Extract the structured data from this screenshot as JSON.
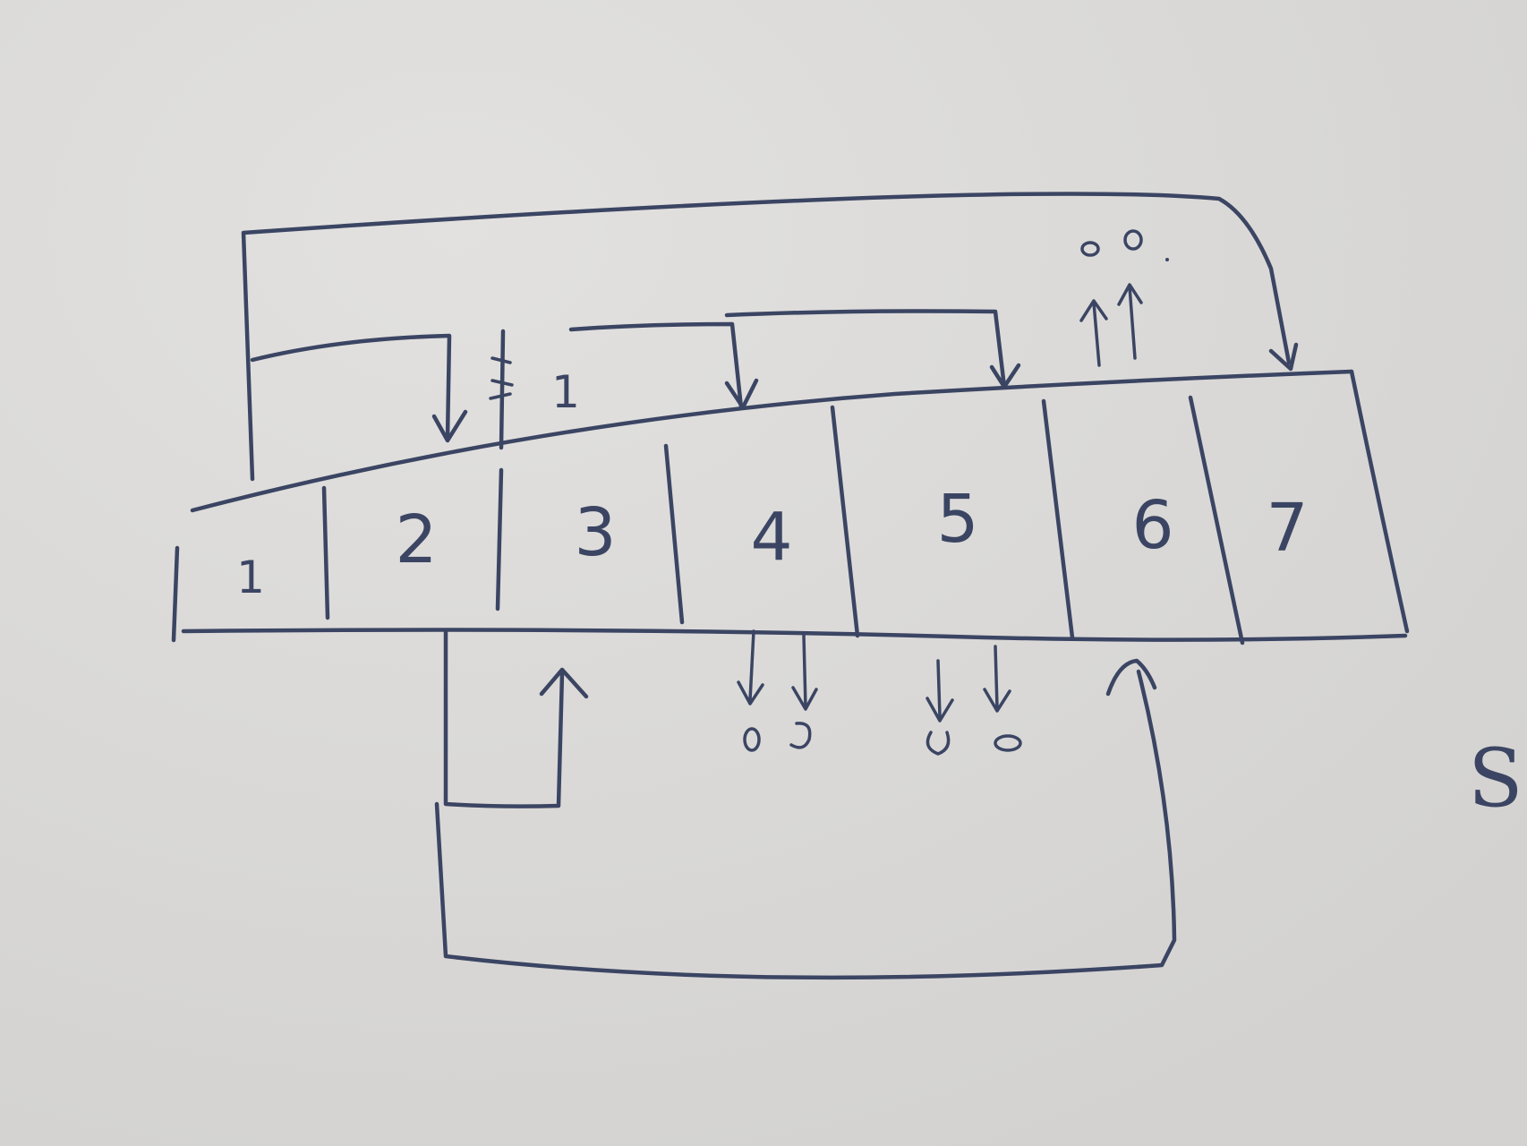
{
  "diagram": {
    "ink_color": "#3b4563",
    "paper_color": "#dcdbd9",
    "cells": [
      "1",
      "2",
      "3",
      "4",
      "5",
      "6",
      "7"
    ],
    "top_marker_label": "1",
    "edge_note": "S"
  }
}
